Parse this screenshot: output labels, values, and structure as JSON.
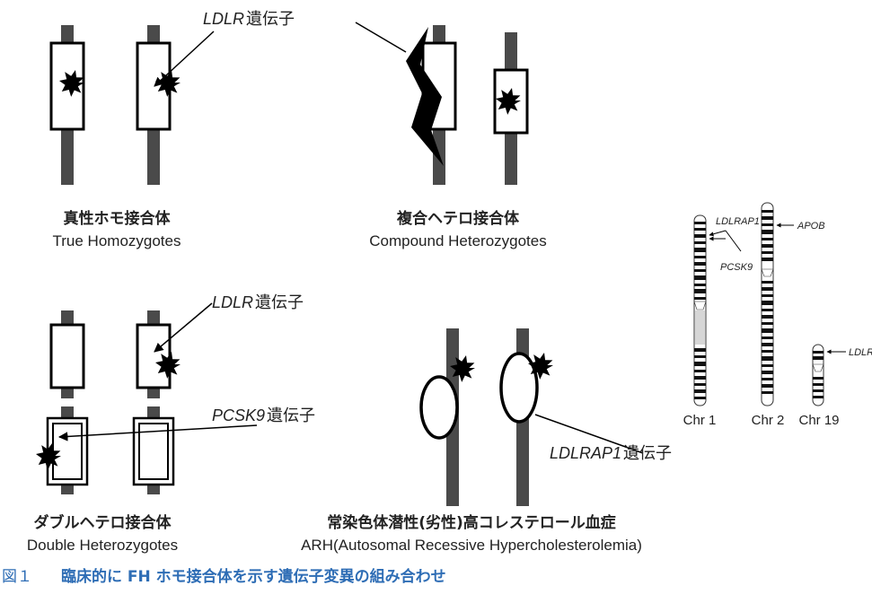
{
  "gene_labels": {
    "ldlr_top": {
      "italic": "LDLR",
      "suffix": "遺伝子"
    },
    "ldlr_bottom": {
      "italic": "LDLR",
      "suffix": "遺伝子"
    },
    "pcsk9": {
      "italic": "PCSK9",
      "suffix": "遺伝子"
    },
    "ldlrap1": {
      "italic": "LDLRAP1",
      "suffix": "遺伝子"
    }
  },
  "panels": {
    "true_homo": {
      "jp": "真性ホモ接合体",
      "en": "True Homozygotes"
    },
    "compound_hetero": {
      "jp": "複合ヘテロ接合体",
      "en": "Compound Heterozygotes"
    },
    "double_hetero": {
      "jp": "ダブルヘテロ接合体",
      "en": "Double Heterozygotes"
    },
    "arh": {
      "jp": "常染色体潜性(劣性)高コレステロール血症",
      "en": "ARH(Autosomal Recessive Hypercholesterolemia)"
    }
  },
  "karyotype": {
    "gene_markers": [
      "LDLRAP1",
      "PCSK9",
      "APOB",
      "LDLR"
    ],
    "chromosomes": [
      "Chr 1",
      "Chr 2",
      "Chr 19"
    ]
  },
  "caption": {
    "number": "図１",
    "text": "臨床的に FH ホモ接合体を示す遺伝子変異の組み合わせ"
  },
  "colors": {
    "chromosome": "#4a4a4a",
    "outline": "#000000",
    "caption": "#2e6db5"
  }
}
